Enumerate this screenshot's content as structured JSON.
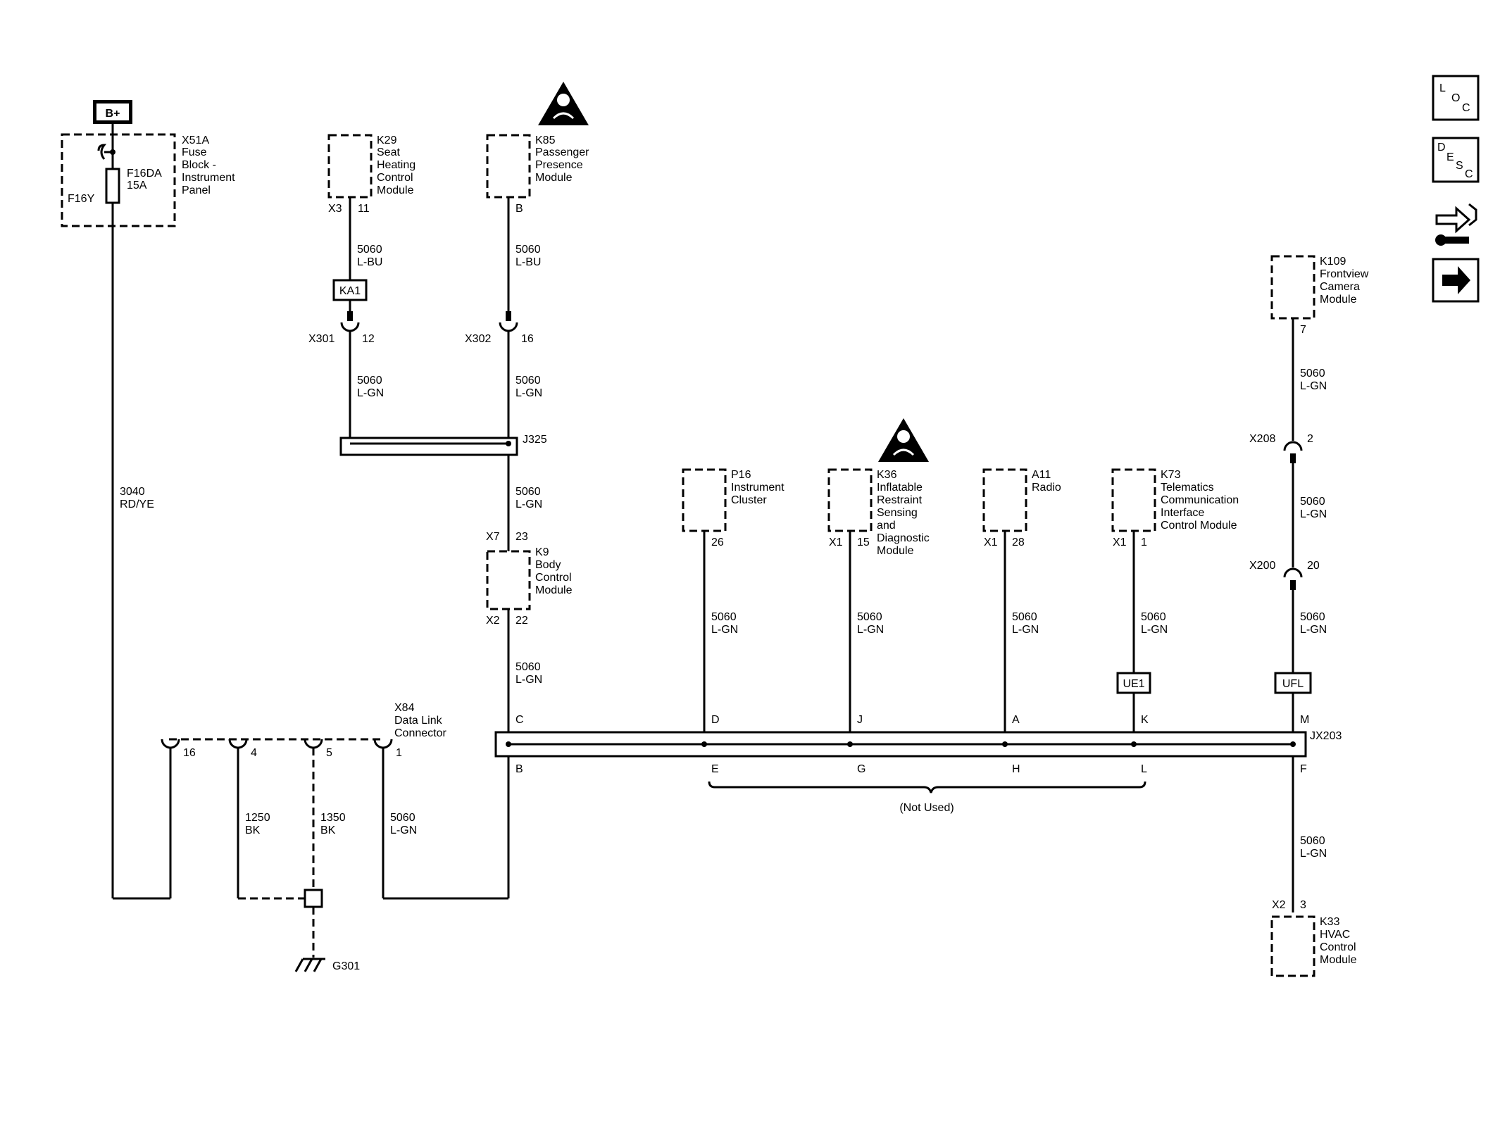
{
  "power": {
    "battery": "B+"
  },
  "fuse_block": {
    "ref": "X51A",
    "name": "Fuse Block - Instrument Panel",
    "fuse": "F16DA",
    "rating": "15A",
    "pin": "F16Y"
  },
  "modules": {
    "k29": {
      "ref": "K29",
      "name": "Seat Heating Control Module",
      "conn": "X3",
      "pin": "11"
    },
    "k85": {
      "ref": "K85",
      "name": "Passenger Presence Module",
      "pin": "B"
    },
    "k9": {
      "ref": "K9",
      "name": "Body Control Module",
      "conn_top": "X7",
      "pin_top": "23",
      "conn_bot": "X2",
      "pin_bot": "22"
    },
    "p16": {
      "ref": "P16",
      "name": "Instrument Cluster",
      "pin": "26"
    },
    "k36": {
      "ref": "K36",
      "name": "Inflatable Restraint Sensing and Diagnostic Module",
      "conn": "X1",
      "pin": "15"
    },
    "a11": {
      "ref": "A11",
      "name": "Radio",
      "conn": "X1",
      "pin": "28"
    },
    "k73": {
      "ref": "K73",
      "name": "Telematics Communication Interface Control Module",
      "conn": "X1",
      "pin": "1"
    },
    "k109": {
      "ref": "K109",
      "name": "Frontview Camera Module",
      "pin": "7"
    },
    "k33": {
      "ref": "K33",
      "name": "HVAC Control Module",
      "conn": "X2",
      "pin": "3"
    }
  },
  "connectors": {
    "x301": {
      "ref": "X301",
      "pin": "12"
    },
    "x302": {
      "ref": "X302",
      "pin": "16"
    },
    "x208": {
      "ref": "X208",
      "pin": "2"
    },
    "x200": {
      "ref": "X200",
      "pin": "20"
    },
    "x84": {
      "ref": "X84",
      "name": "Data Link Connector",
      "pins": [
        "16",
        "4",
        "5",
        "1"
      ]
    }
  },
  "splices": {
    "ka1": "KA1",
    "ue1": "UE1",
    "ufl": "UFL",
    "j325": "J325",
    "jx203": "JX203"
  },
  "jx203_pins_top": [
    "C",
    "D",
    "J",
    "A",
    "K",
    "M"
  ],
  "jx203_pins_bottom": [
    "B",
    "E",
    "G",
    "H",
    "L",
    "F"
  ],
  "not_used": "(Not Used)",
  "ground": "G301",
  "wires": {
    "circuit_5060": "5060",
    "circuit_3040": "3040",
    "circuit_1250": "1250",
    "circuit_1350": "1350",
    "l_bu": "L-BU",
    "l_gn": "L-GN",
    "rd_ye": "RD/YE",
    "bk": "BK"
  },
  "nav": {
    "loc": [
      "L",
      "O",
      "C"
    ],
    "desc": [
      "D",
      "E",
      "S",
      "C"
    ],
    "icons": [
      "location-icon",
      "description-icon",
      "connector-tool-icon",
      "next-arrow-icon"
    ]
  },
  "warning_icons": [
    "airbag-warning-icon",
    "airbag-warning-icon"
  ]
}
